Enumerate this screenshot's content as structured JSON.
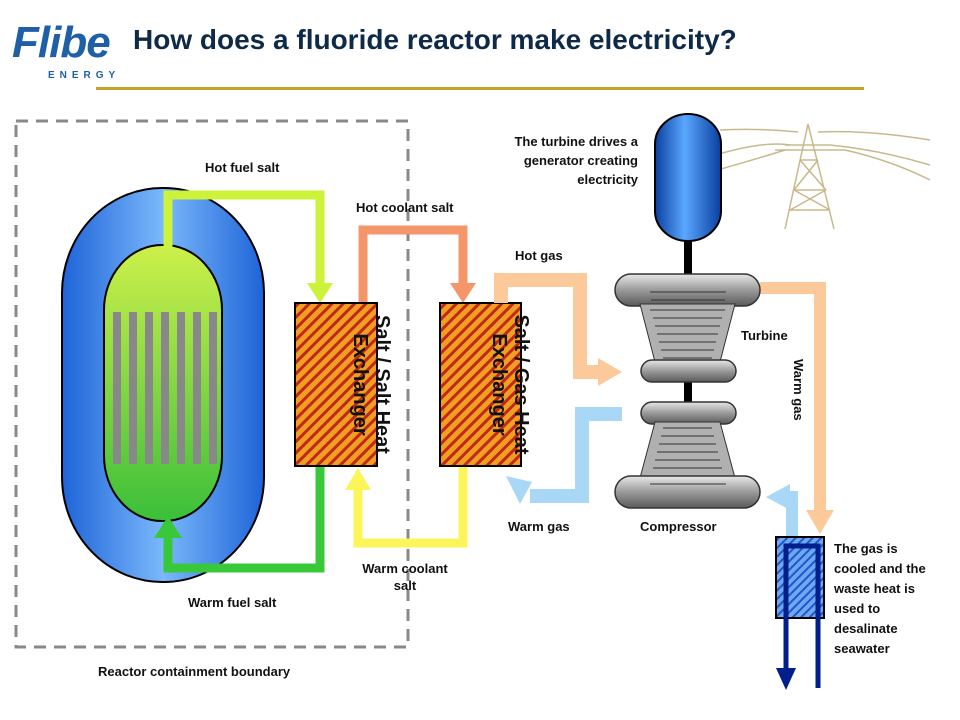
{
  "header": {
    "title": "How does a fluoride reactor make electricity?",
    "logo_word": "Flibe",
    "logo_sub": "ENERGY"
  },
  "labels": {
    "hot_fuel_salt": "Hot fuel salt",
    "hot_coolant_salt": "Hot coolant salt",
    "hot_gas": "Hot gas",
    "turbine_note_1": "The turbine drives a",
    "turbine_note_2": "generator creating",
    "turbine_note_3": "electricity",
    "turbine": "Turbine",
    "warm_gas_right": "Warm gas",
    "warm_gas_left": "Warm gas",
    "compressor": "Compressor",
    "warm_coolant_salt_1": "Warm coolant",
    "warm_coolant_salt_2": "salt",
    "warm_fuel_salt": "Warm fuel salt",
    "containment": "Reactor containment boundary",
    "salt_salt_1": "Salt / Salt Heat",
    "salt_salt_2": "Exchanger",
    "salt_gas_1": "Salt / Gas Heat",
    "salt_gas_2": "Exchanger",
    "desal_1": "The gas is",
    "desal_2": "cooled and the",
    "desal_3": "waste heat is",
    "desal_4": "used to",
    "desal_5": "desalinate",
    "desal_6": "seawater"
  },
  "colors": {
    "title": "#0e2a47",
    "gold_rule": "#c8a227",
    "fuel_hot": "#ccf23a",
    "fuel_warm": "#39c83a",
    "coolant_hot": "#f4956a",
    "coolant_warm": "#fbf55a",
    "gas_hot": "#fbc99a",
    "gas_warm": "#a9d8f7",
    "water": "#001f8c",
    "vessel_outer": "#3a8ef0",
    "vessel_inner": "#9bd83a",
    "exchanger": "#f0a020",
    "turbine_grey": "#a0a0a0"
  }
}
